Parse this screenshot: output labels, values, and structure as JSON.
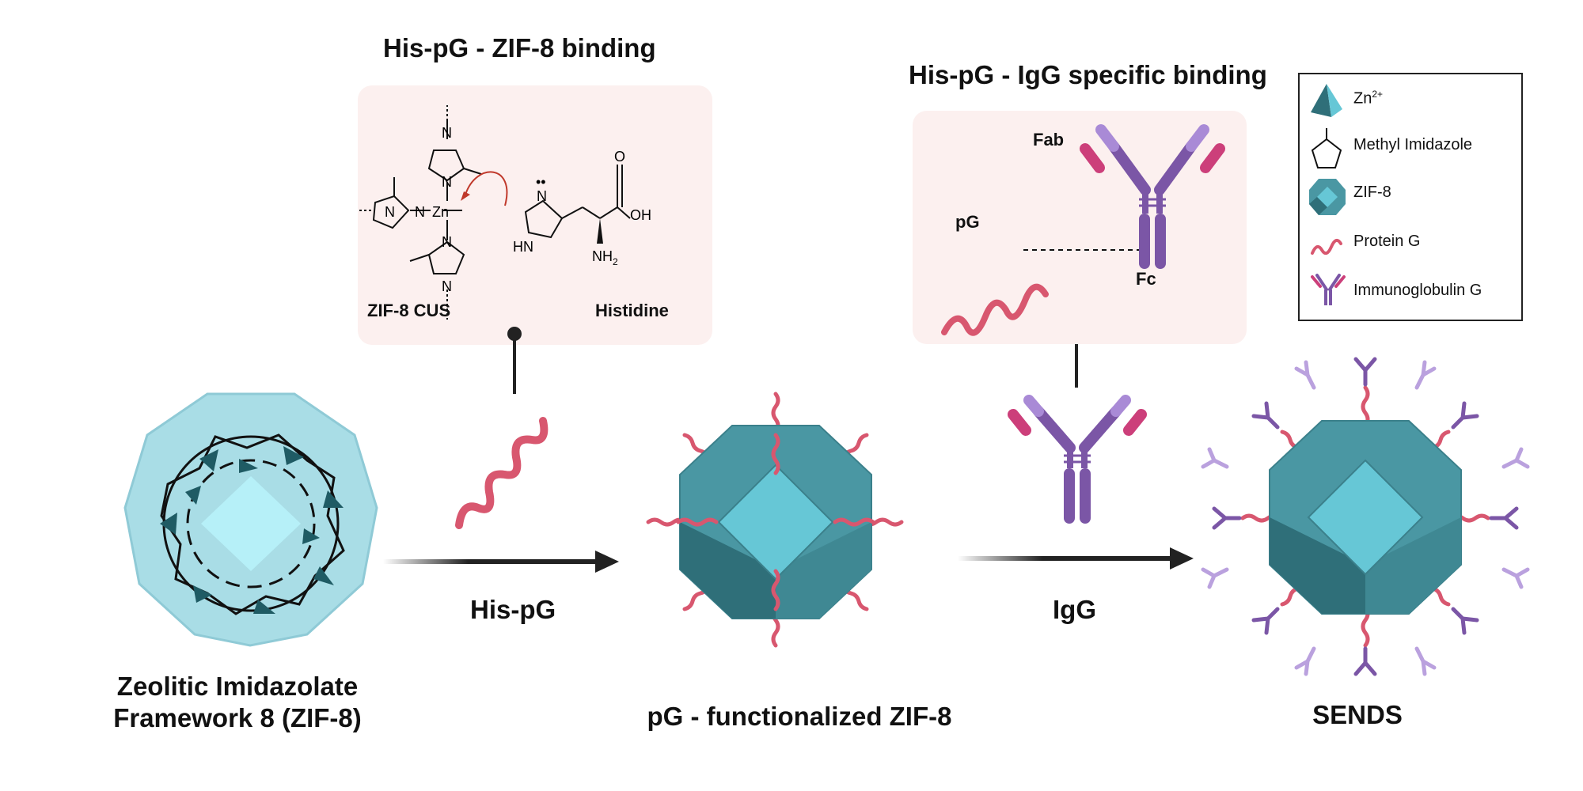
{
  "panels": {
    "left": {
      "title": "His-pG - ZIF-8 binding",
      "cus_label": "ZIF-8 CUS",
      "histidine_label": "Histidine"
    },
    "right": {
      "title": "His-pG - IgG specific binding",
      "fab_label": "Fab",
      "pg_label": "pG",
      "fc_label": "Fc"
    }
  },
  "chem_atoms": {
    "n": "N",
    "zn": "Zn",
    "hn": "HN",
    "nh2": "NH",
    "nh2_sub": "2",
    "o": "O",
    "oh": "OH",
    "lone_pair": "••"
  },
  "steps": {
    "step1": {
      "label": "His-pG"
    },
    "step2": {
      "label": "IgG"
    }
  },
  "structures": {
    "zif8": {
      "caption_line1": "Zeolitic Imidazolate",
      "caption_line2": "Framework 8 (ZIF-8)"
    },
    "pg_zif8": {
      "caption": "pG - functionalized ZIF-8"
    },
    "sends": {
      "caption": "SENDS"
    }
  },
  "legend": {
    "items": [
      {
        "icon": "zn-tetrahedron-icon",
        "label": "Zn",
        "sup": "2+"
      },
      {
        "icon": "methyl-imidazole-icon",
        "label": "Methyl Imidazole"
      },
      {
        "icon": "zif8-polyhedron-icon",
        "label": "ZIF-8"
      },
      {
        "icon": "protein-g-icon",
        "label": "Protein G"
      },
      {
        "icon": "immunoglobulin-g-icon",
        "label": "Immunoglobulin G"
      }
    ]
  },
  "colors": {
    "panel_bg": "#fcf0ef",
    "zif_dark": "#2f6f79",
    "zif_mid": "#4a97a3",
    "zif_light": "#66c7d6",
    "zif_shell": "#a9dde6",
    "protein_pink": "#d8576f",
    "igg_purple": "#7b56a6",
    "igg_light_purple": "#a98ad6",
    "igg_pink": "#cc3f7a",
    "arrow": "#222222"
  }
}
